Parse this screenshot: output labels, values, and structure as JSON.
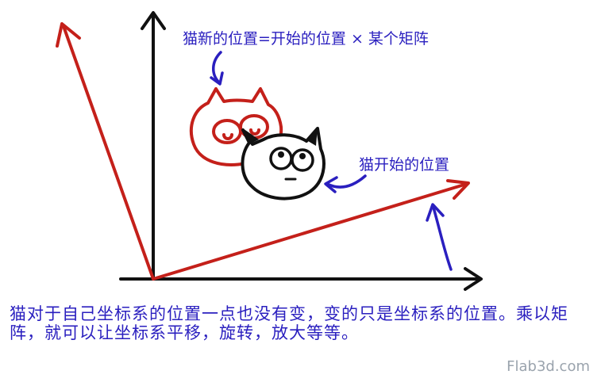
{
  "labels": {
    "new_position": "猫新的位置=开始的位置 × 某个矩阵",
    "start_position": "猫开始的位置"
  },
  "caption": "猫对于自己坐标系的位置一点也没有变，变的只是坐标系的位置。乘以矩阵，就可以让坐标系平移，旋转，放大等等。",
  "watermark": "Flab3d.com",
  "colors": {
    "axes": "#111111",
    "transformed_axes": "#c4201a",
    "annotation": "#2a1fbf",
    "watermark": "#9aa3ad"
  }
}
